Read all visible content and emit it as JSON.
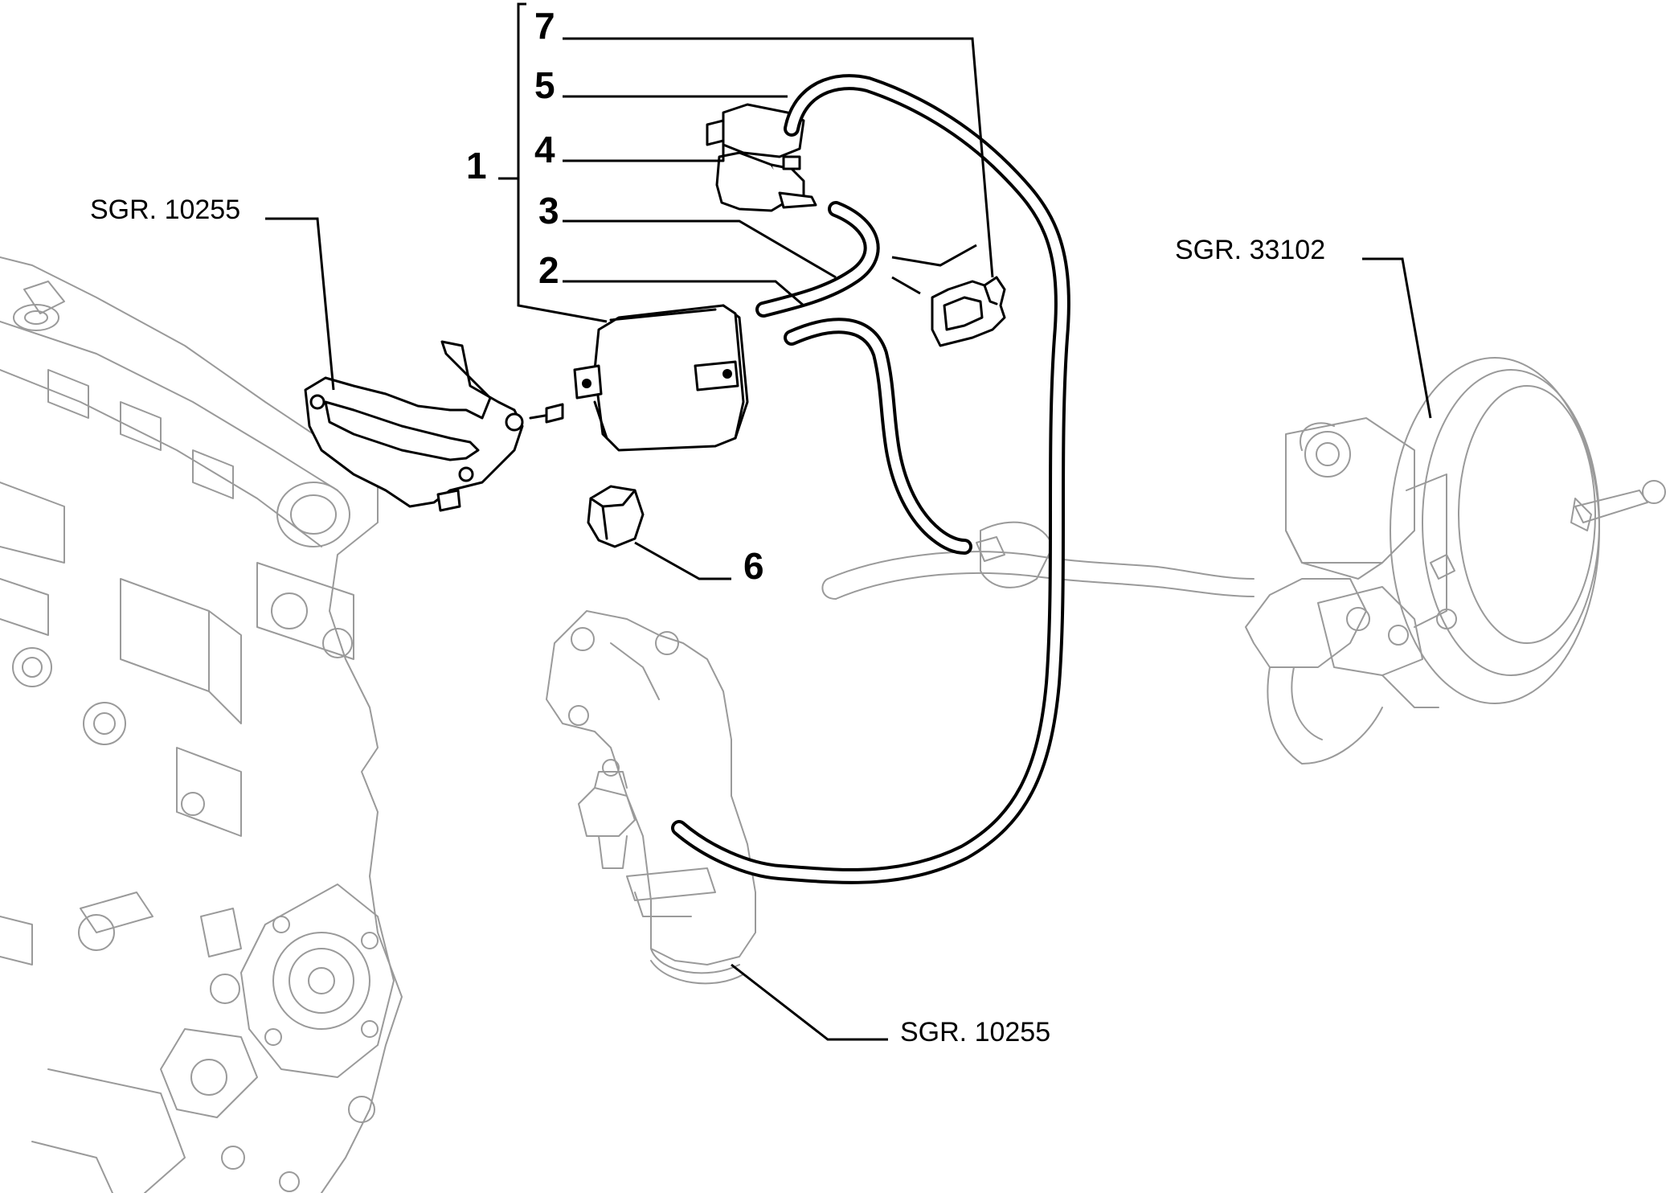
{
  "callouts": {
    "c1": "1",
    "c2": "2",
    "c3": "3",
    "c4": "4",
    "c5": "5",
    "c6": "6",
    "c7": "7"
  },
  "refs": {
    "left_top": "SGR. 10255",
    "right": "SGR. 33102",
    "bottom": "SGR. 10255"
  },
  "colors": {
    "line": "#000000",
    "context": "#9a9a9a",
    "background": "#ffffff"
  }
}
